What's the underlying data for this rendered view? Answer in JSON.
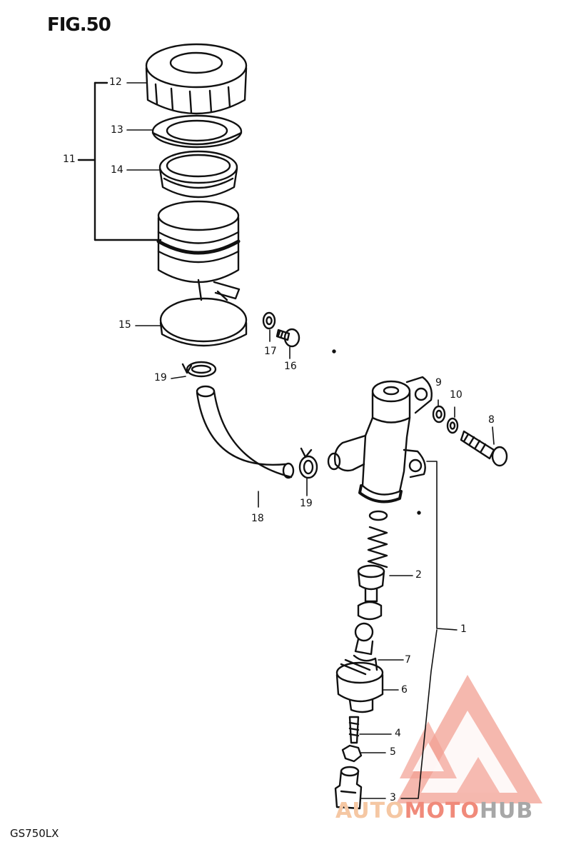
{
  "figure": {
    "title": "FIG.50",
    "model": "GS750LX"
  },
  "parts": [
    {
      "id": "1",
      "label": "1"
    },
    {
      "id": "2",
      "label": "2"
    },
    {
      "id": "3",
      "label": "3"
    },
    {
      "id": "4",
      "label": "4"
    },
    {
      "id": "5",
      "label": "5"
    },
    {
      "id": "6",
      "label": "6"
    },
    {
      "id": "7",
      "label": "7"
    },
    {
      "id": "8",
      "label": "8"
    },
    {
      "id": "9",
      "label": "9"
    },
    {
      "id": "10",
      "label": "10"
    },
    {
      "id": "11",
      "label": "11"
    },
    {
      "id": "12",
      "label": "12"
    },
    {
      "id": "13",
      "label": "13"
    },
    {
      "id": "14",
      "label": "14"
    },
    {
      "id": "15",
      "label": "15"
    },
    {
      "id": "16",
      "label": "16"
    },
    {
      "id": "17",
      "label": "17"
    },
    {
      "id": "18",
      "label": "18"
    },
    {
      "id": "19a",
      "label": "19"
    },
    {
      "id": "19b",
      "label": "19"
    }
  ],
  "watermark": {
    "part1": "AUTO",
    "part2": "MOTO",
    "part3": "HUB",
    "colors": {
      "light": "#f5c7a3",
      "red": "#f08a7a",
      "gray": "#a7a7a7"
    }
  }
}
